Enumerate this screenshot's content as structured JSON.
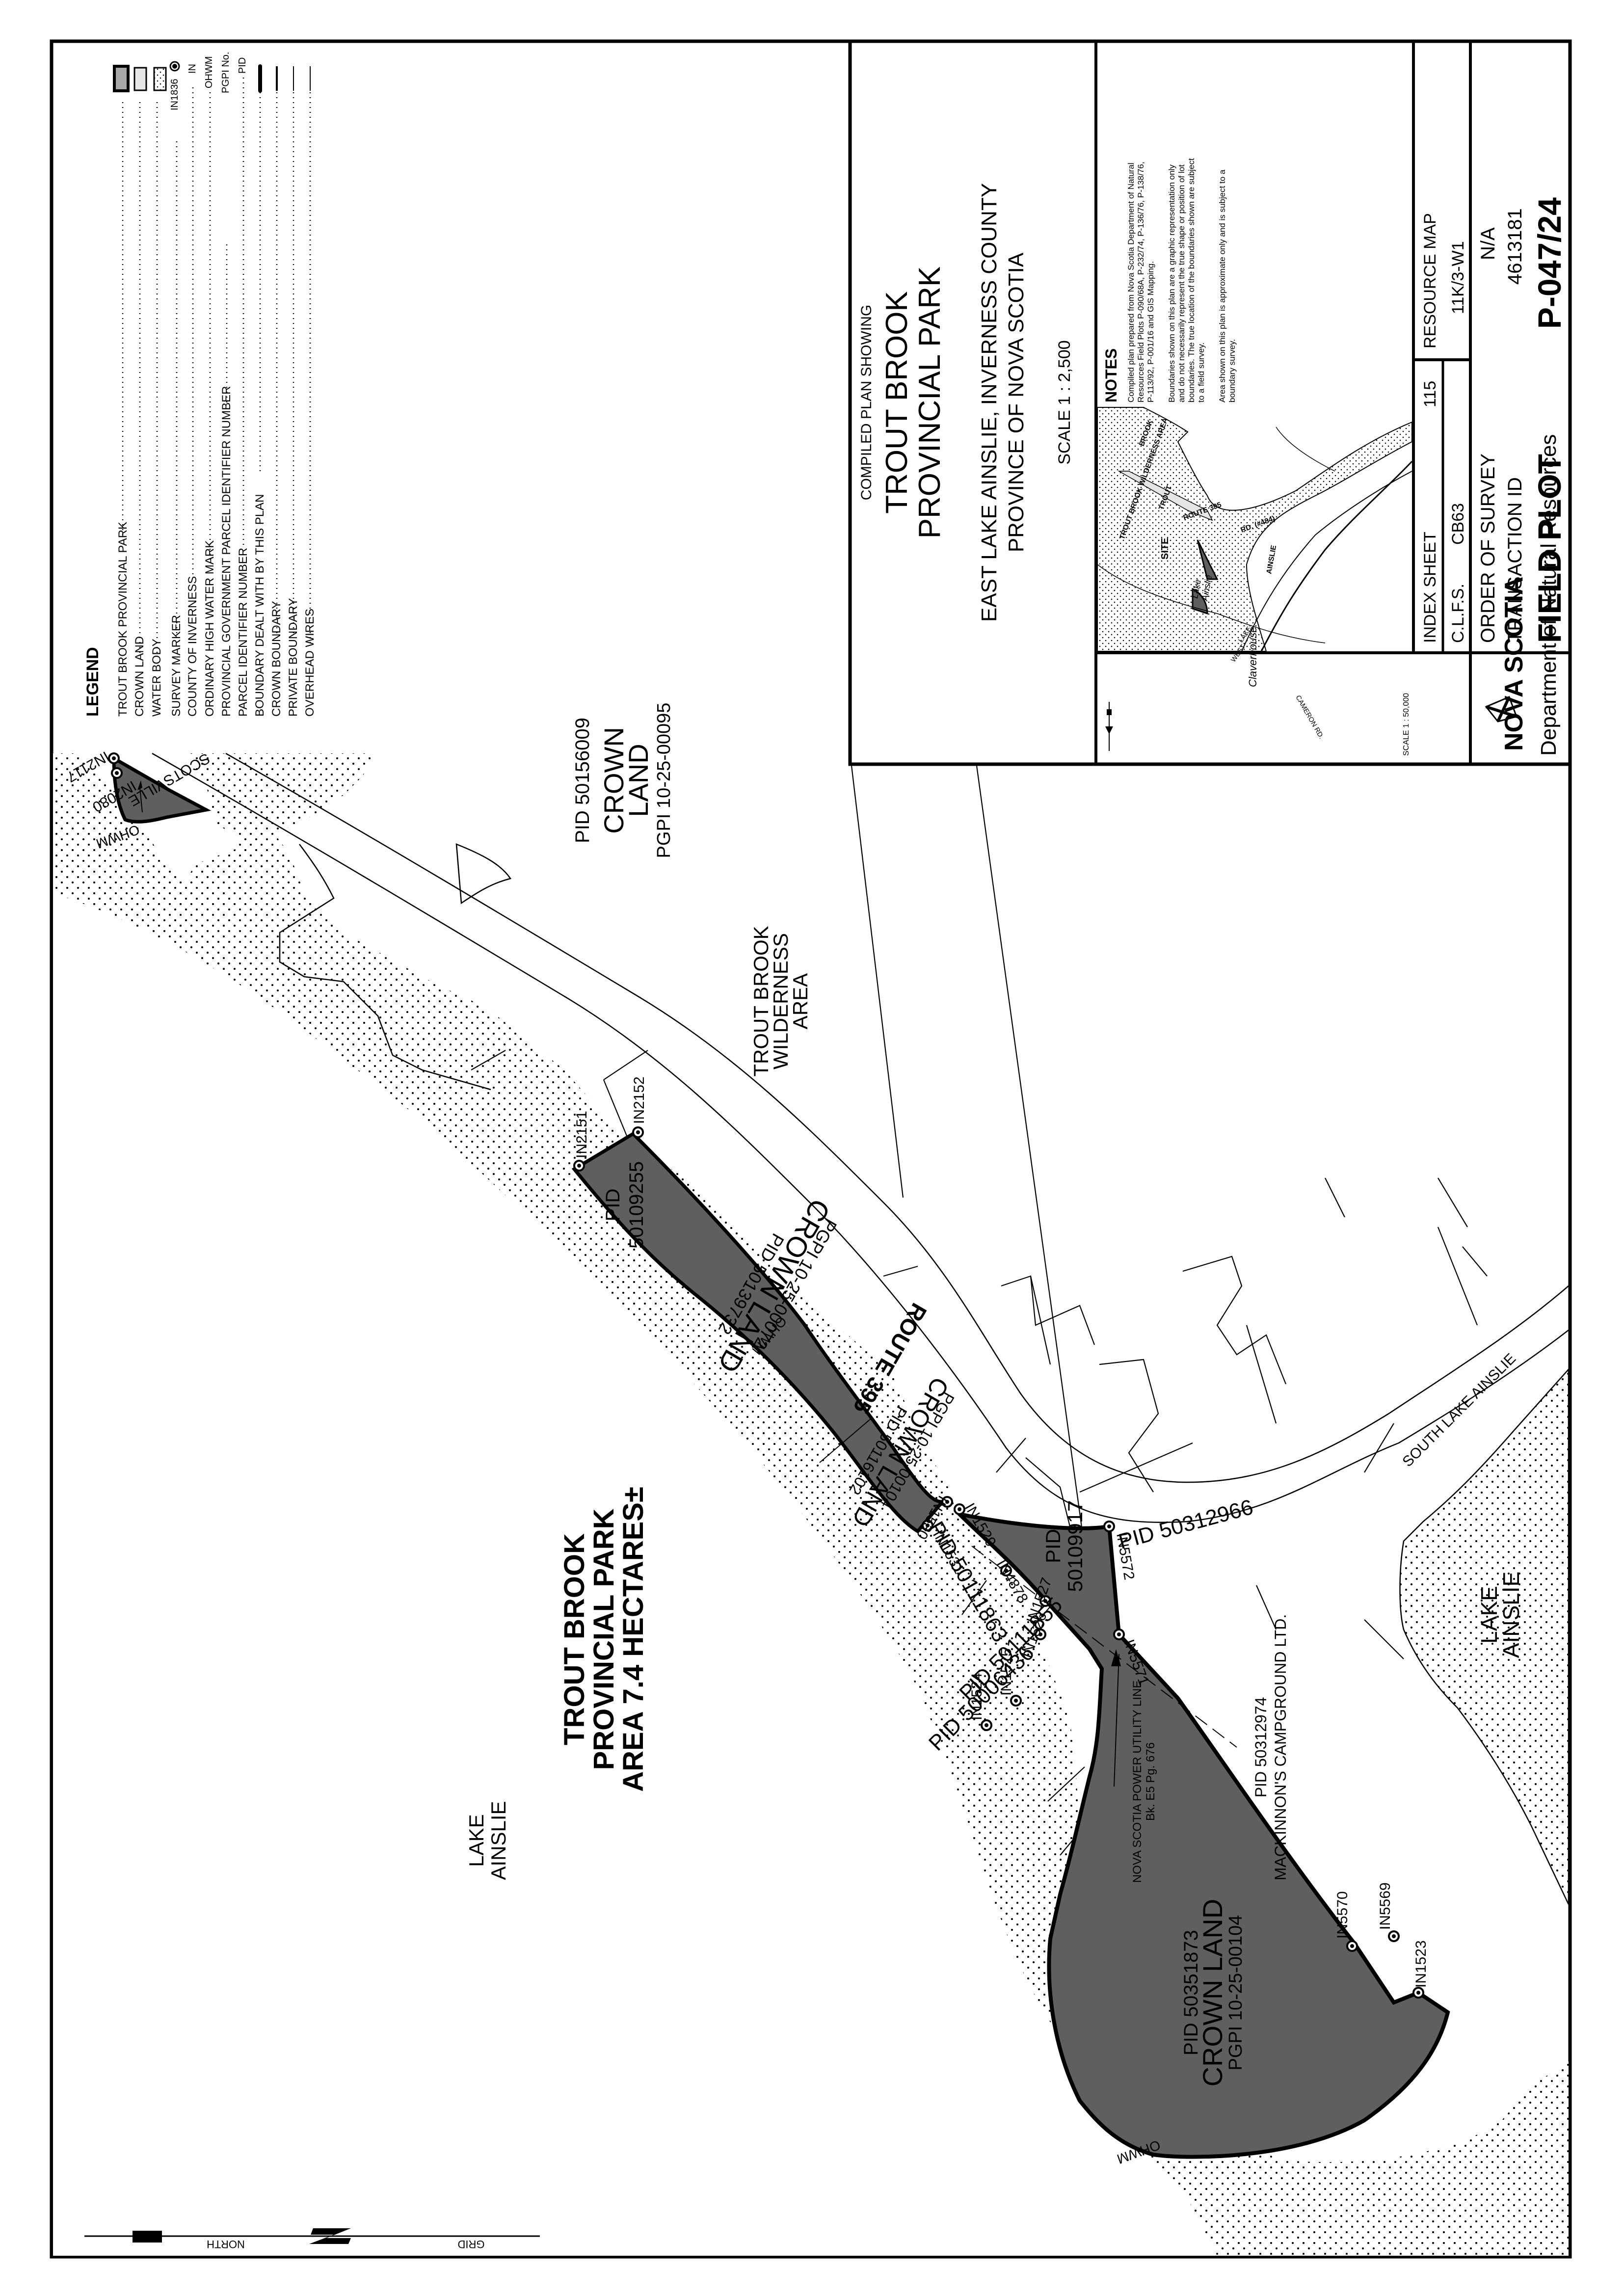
{
  "title_block": {
    "compiled_plan_showing": "COMPILED PLAN SHOWING",
    "title_line1": "TROUT BROOK",
    "title_line2": "PROVINCIAL PARK",
    "location_line1": "EAST LAKE AINSLIE, INVERNESS COUNTY",
    "location_line2": "PROVINCE OF NOVA SCOTIA",
    "scale": "SCALE 1 : 2,500"
  },
  "notes": {
    "heading": "NOTES",
    "paragraphs": [
      [
        "Compiled plan prepared from Nova Scotia Department of Natural",
        "Resources Field Plots P-090/68A, P-232/74, P-136/76, P-138/76,",
        "P-113/92, P-001/16 and GIS Mapping."
      ],
      [
        "Boundaries shown on this plan are a graphic representation only",
        "and do not necessarily represent the true shape or position of lot",
        "boundaries.  The true location of the boundaries shown are subject",
        "to a field survey."
      ],
      [
        "Area shown on this plan is approximate only and is subject to a",
        "boundary survey."
      ]
    ]
  },
  "info_boxes": {
    "index_sheet_label": "INDEX SHEET",
    "index_sheet_value": "115",
    "clfs_label": "C.L.F.S.",
    "clfs_value": "CB63",
    "resource_map_label": "RESOURCE MAP",
    "resource_map_value": "11K/3-W1",
    "order_of_survey_label": "ORDER OF SURVEY",
    "order_of_survey_value": "N/A",
    "transaction_id_label": "TRANSACTION ID",
    "transaction_id_value": "4613181",
    "field_plot_label": "FIELD PLOT",
    "field_plot_value": "P-047/24"
  },
  "branding": {
    "logo_text": "NOVA SCOTIA",
    "department": "Department of Natural Resources"
  },
  "inset_map": {
    "scale": "SCALE 1 : 50,000",
    "labels": {
      "wilderness": "TROUT BROOK  WILDERNESS  AREA",
      "brook": "BROOK",
      "trout": "TROUT",
      "site": "SITE",
      "route": "ROUTE 395",
      "rd": "RD. (#484)",
      "ainslie": "AINSLIE",
      "lake": "Lake",
      "lake2": "Ainslie",
      "west": "WEST",
      "lake_road": "LAKE",
      "claverhouse": "Claverhouse",
      "cameron": "CAMERON RD.",
      "north": "NORTH",
      "grid": "GRID"
    }
  },
  "legend": {
    "heading": "LEGEND",
    "items": [
      {
        "label": "TROUT BROOK PROVINCIAL PARK",
        "symbol": "park-swatch"
      },
      {
        "label": "CROWN LAND",
        "symbol": "crown-swatch"
      },
      {
        "label": "WATER BODY",
        "symbol": "water-swatch"
      },
      {
        "label": "SURVEY MARKER",
        "symbol": "IN1836"
      },
      {
        "label": "COUNTY OF INVERNESS",
        "symbol": "IN"
      },
      {
        "label": "ORDINARY HIGH WATER MARK",
        "symbol": "OHWM"
      },
      {
        "label": "PROVINCIAL GOVERNMENT PARCEL IDENTIFIER NUMBER",
        "symbol": "PGPI No."
      },
      {
        "label": "PARCEL IDENTIFIER NUMBER",
        "symbol": "PID"
      },
      {
        "label": "BOUNDARY DEALT WITH BY THIS PLAN",
        "symbol": "heavy-line"
      },
      {
        "label": "CROWN BOUNDARY",
        "symbol": "medium-line"
      },
      {
        "label": "PRIVATE BOUNDARY",
        "symbol": "thin-line"
      },
      {
        "label": "OVERHEAD WIRES",
        "symbol": "OH-line"
      }
    ]
  },
  "map": {
    "park_label_line1": "TROUT BROOK",
    "park_label_line2": "PROVINCIAL PARK",
    "park_label_line3": "AREA 7.4 HECTARES±",
    "wilderness_line1": "TROUT BROOK",
    "wilderness_line2": "WILDERNESS",
    "wilderness_line3": "AREA",
    "lake_west_line1": "LAKE",
    "lake_west_line2": "AINSLIE",
    "lake_east_line1": "LAKE",
    "lake_east_line2": "AINSLIE",
    "route_label": "ROUTE 395",
    "scotsville": "SCOTSVILLE",
    "south_lake_ainslie": "SOUTH LAKE AINSLIE",
    "ohwm": "OHWM",
    "crown_north": {
      "pid": "PID  50156009",
      "name_1": "CROWN",
      "name_2": "LAND",
      "pgpi": "PGPI 10-25-00095"
    },
    "crown_mid": {
      "pid": "PID  50139732",
      "name": "CROWN  LAND",
      "pgpi": "PGPI 10-25-00072"
    },
    "crown_small": {
      "pid": "PID 50116102",
      "name": "CROWN LAND",
      "pgpi": "PGPI 10-25-00104"
    },
    "crown_south": {
      "pid": "PID  50351873",
      "name": "CROWN  LAND",
      "pgpi": "PGPI  10-25-00104"
    },
    "parcels": {
      "p50109255_1": "PID",
      "p50109255_2": "50109255",
      "p50109917_1": "PID",
      "p50109917_2": "50109917",
      "p50312966": "PID  50312966",
      "p50111863": "PID  50111863",
      "p50111855": "PID  50111855",
      "p50006436": "PID  50006436",
      "p50312974_1": "PID  50312974",
      "p50312974_2": "MACKINNON'S CAMPGROUND LTD."
    },
    "utility_line_1": "NOVA SCOTIA POWER UTILITY LINE",
    "utility_line_2": "Bk. E5 Pg. 676",
    "markers": [
      "IN2117",
      "IN2080",
      "IN2151",
      "IN2152",
      "IN1530",
      "IN1529",
      "IN1531",
      "IN4878",
      "IN5572",
      "IN5571",
      "IN1527",
      "IN1526",
      "IN1525",
      "IN1524",
      "IN5570",
      "IN5569",
      "IN1523"
    ],
    "north_arrow": {
      "north": "NORTH",
      "grid": "GRID"
    }
  },
  "colors": {
    "park_fill": "#5f5f5f",
    "crown_swatch_fill": "#a8a8a8",
    "crown_light": "#e6e6e6",
    "line": "#000000"
  }
}
